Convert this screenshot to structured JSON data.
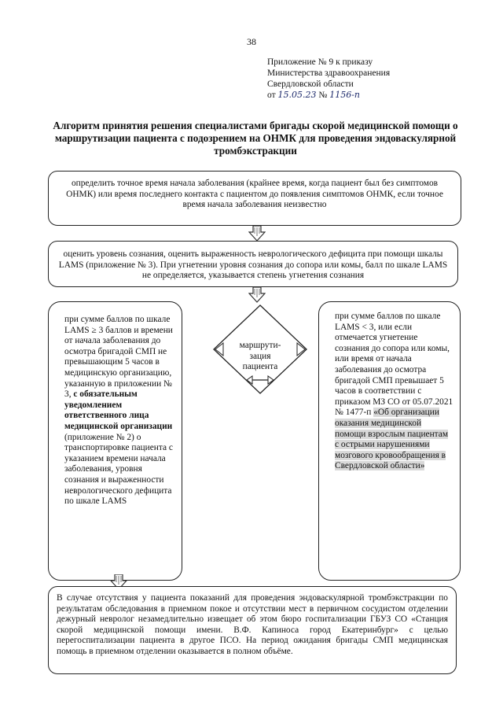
{
  "page_number": "38",
  "appendix": {
    "line1": "Приложение № 9 к приказу",
    "line2": "Министерства здравоохранения",
    "line3": "Свердловской области",
    "line4_prefix": "от",
    "date_handwritten": "15.05.23",
    "number_prefix": "№",
    "number_handwritten": "1156-п"
  },
  "title": "Алгоритм принятия решения специалистами бригады скорой медицинской помощи о маршрутизации пациента с подозрением на ОНМК для проведения эндоваскулярной тромбэкстракции",
  "box1": {
    "text": "определить точное время начала заболевания (крайнее время, когда пациент был без симптомов ОНМК) или время последнего контакта с пациентом до появления симптомов ОНМК, если точное время начала заболевания неизвестно"
  },
  "box2": {
    "text": "оценить уровень сознания, оценить выраженность неврологического дефицита при помощи шкалы LAMS (приложение № 3). При угнетении уровня сознания до сопора или комы, балл по шкале LAMS не определяется, указывается степень угнетения сознания"
  },
  "left_box": {
    "part1": "при сумме баллов по шкале LAMS ≥ 3 баллов и времени от начала заболевания до осмотра бригадой СМП не превышающим 5 часов в медицинскую организацию, указанную в приложении № 3, ",
    "part_bold": "с обязательным уведомлением ответственного лица медицинской организации",
    "part2": " (приложение № 2) о транспортировке пациента с указанием времени начала заболевания, уровня сознания и выраженности неврологического дефицита по шкале LAMS"
  },
  "center": {
    "label": "маршрути-зация пациента"
  },
  "right_box": {
    "part1": "при сумме баллов по шкале LAMS < 3, или если отмечается угнетение сознания до сопора или комы, или время от начала заболевания до осмотра бригадой СМП превышает 5 часов в соответствии с приказом МЗ СО от 05.07.2021 № 1477-п ",
    "part_grey": "«Об организации оказания медицинской помощи взрослым пациентам с острыми нарушениями мозгового кровообращения в Свердловской области»"
  },
  "box5": {
    "text": "В случае отсутствия у пациента показаний для проведения эндоваскулярной тромбэкстракции по результатам обследования в приемном покое и отсутствии мест в первичном сосудистом отделении дежурный невролог незамедлительно извещает об этом бюро госпитализации ГБУЗ СО «Станция скорой медицинской помощи имени. В.Ф. Капиноса город Екатеринбург» с целью перегоспитализации пациента в другое ПСО. На период ожидания бригады СМП медицинская помощь в приемном отделении оказывается в полном объёме."
  }
}
